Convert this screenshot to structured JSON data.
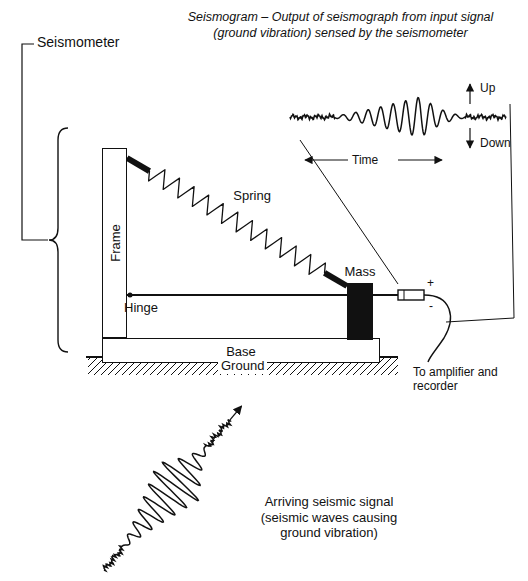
{
  "diagram": {
    "title": "Seismogram – Output of seismograph from input signal (ground vibration) sensed by the seismometer",
    "nodes": [
      {
        "text": [
          "Frame"
        ]
      },
      {
        "text": [
          "Base"
        ]
      },
      {
        "text": [
          "Mass"
        ]
      }
    ],
    "edges": [
      {
        "from": 0,
        "to": 2,
        "label": "Spring",
        "arrow": "none"
      },
      {
        "from": 0,
        "to": 2,
        "arrow": "none"
      }
    ],
    "labels": [
      "Seismometer",
      "Hinge",
      "Ground",
      "Up",
      "Down",
      "Time",
      "+",
      "-",
      "To amplifier and recorder",
      "Arriving seismic signal (seismic waves causing ground vibration)"
    ]
  }
}
